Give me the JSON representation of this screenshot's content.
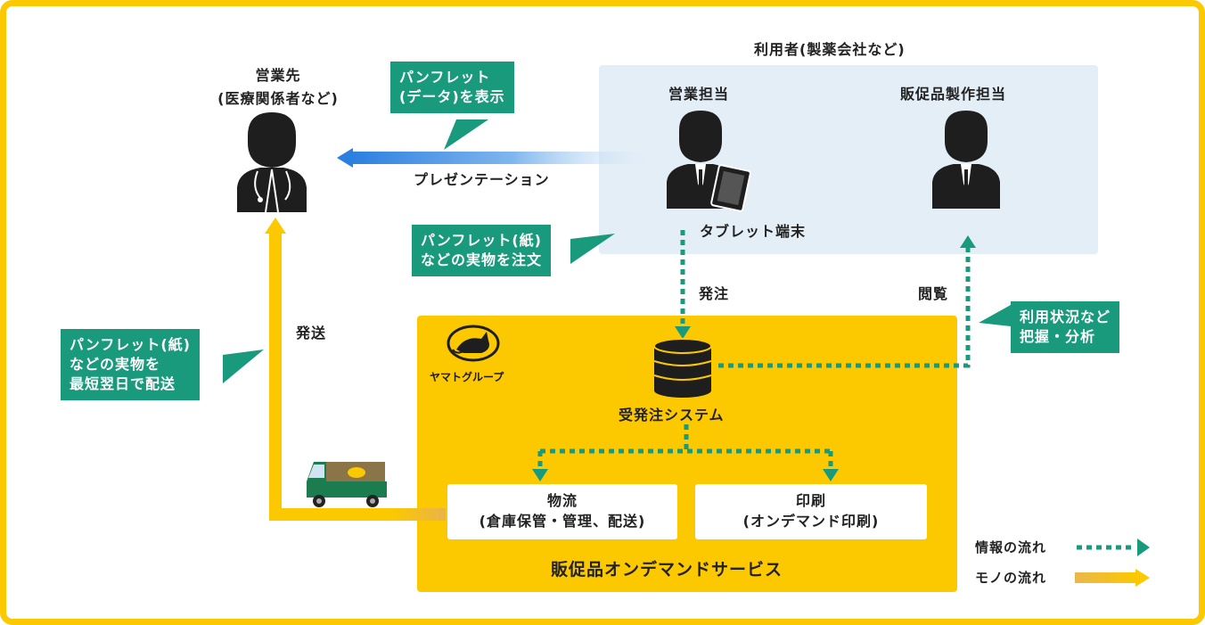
{
  "users_group": {
    "title": "利用者(製薬会社など)"
  },
  "sales_target": {
    "line1": "営業先",
    "line2": "(医療関係者など)"
  },
  "sales_rep": {
    "label": "営業担当"
  },
  "promo_maker": {
    "label": "販促品製作担当"
  },
  "tablet": {
    "label": "タブレット端末"
  },
  "presentation": {
    "label": "プレゼンテーション"
  },
  "callouts": {
    "show_pamphlet": {
      "line1": "パンフレット",
      "line2": "(データ)を表示"
    },
    "order_paper": {
      "line1": "パンフレット(紙)",
      "line2": "などの実物を注文"
    },
    "deliver_paper": {
      "line1": "パンフレット(紙)",
      "line2": "などの実物を",
      "line3": "最短翌日で配送"
    },
    "usage_analysis": {
      "line1": "利用状況など",
      "line2": "把握・分析"
    }
  },
  "flow_labels": {
    "order": "発注",
    "browse": "閲覧",
    "ship": "発送"
  },
  "service": {
    "logo_text": "ヤマトグループ",
    "system_label": "受発注システム",
    "logistics": {
      "line1": "物流",
      "line2": "(倉庫保管・管理、配送)"
    },
    "printing": {
      "line1": "印刷",
      "line2": "(オンデマンド印刷)"
    },
    "title": "販促品オンデマンドサービス"
  },
  "legend": {
    "info_flow": "情報の流れ",
    "goods_flow": "モノの流れ"
  },
  "colors": {
    "yellow": "#fcc800",
    "green": "#1a9a7c",
    "light_blue": "#e3eef7",
    "blue_arrow": "#2b7fe0",
    "person": "#1e1e1e"
  },
  "icons": [
    "doctor-icon",
    "sales-person-icon",
    "tablet-icon",
    "staff-person-icon",
    "database-icon",
    "black-cat-logo-icon",
    "delivery-truck-icon"
  ]
}
